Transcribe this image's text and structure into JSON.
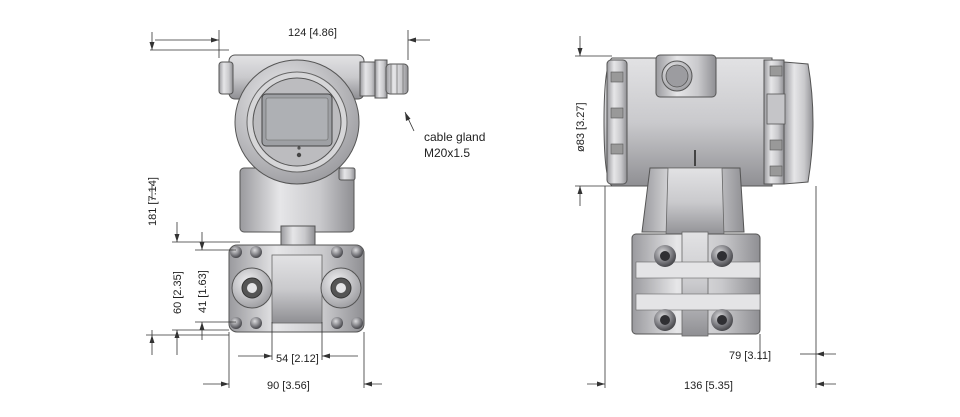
{
  "dimensions": {
    "front_top_width": "124 [4.86]",
    "front_height_total": "181 [7.14]",
    "front_flange_height": "60 [2.35]",
    "front_bolt_spacing": "41 [1.63]",
    "front_bottom_inner": "54 [2.12]",
    "front_bottom_outer": "90 [3.56]",
    "side_diameter": "ø83 [3.27]",
    "side_offset": "79 [3.11]",
    "side_total_width": "136 [5.35]"
  },
  "callout": {
    "line1": "cable gland",
    "line2": "M20x1.5"
  },
  "colors": {
    "body_light": "#d8d8da",
    "body_mid": "#bdbdc0",
    "body_dark": "#8e8e92",
    "line": "#333333"
  }
}
